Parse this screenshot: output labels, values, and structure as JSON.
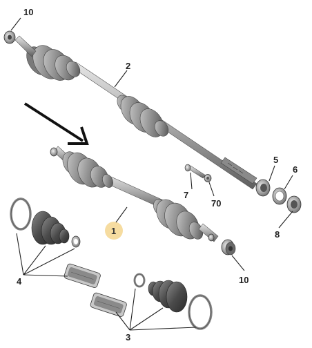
{
  "callouts": {
    "c10_top": "10",
    "c2": "2",
    "c5": "5",
    "c6": "6",
    "c7": "7",
    "c70": "70",
    "c8": "8",
    "c1": "1",
    "c4": "4",
    "c10_bottom": "10",
    "c3": "3"
  },
  "colors": {
    "part_dark": "#5a5a5a",
    "part_mid": "#9a9a9a",
    "part_light": "#d6d6d6",
    "highlight_circle": "#f6dca0",
    "arrow": "#111111"
  }
}
